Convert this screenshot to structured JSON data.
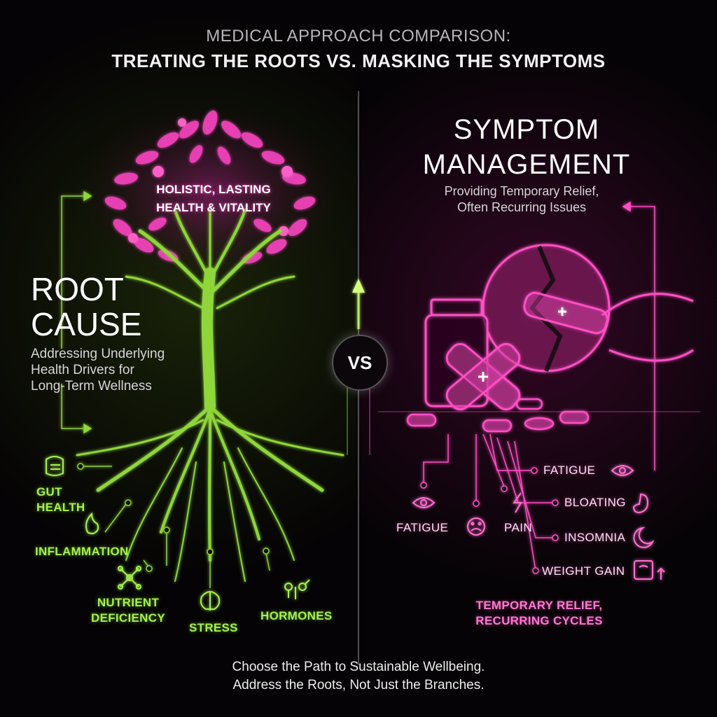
{
  "header": {
    "line1": "MEDICAL APPROACH COMPARISON:",
    "line2": "TREATING THE ROOTS VS. MASKING THE SYMPTOMS"
  },
  "left": {
    "tree_caption_line1": "HOLISTIC, LASTING",
    "tree_caption_line2": "HEALTH & VITALITY",
    "title_line1": "ROOT",
    "title_line2": "CAUSE",
    "subtitle_line1": "Addressing Underlying",
    "subtitle_line2": "Health Drivers for",
    "subtitle_line3": "Long-Term Wellness",
    "factors": {
      "gut_line1": "GUT",
      "gut_line2": "HEALTH",
      "inflammation": "INFLAMMATION",
      "nutrient_line1": "NUTRIENT",
      "nutrient_line2": "DEFICIENCY",
      "stress": "STRESS",
      "hormones": "HORMONES"
    }
  },
  "center": {
    "vs_label": "VS"
  },
  "right": {
    "title_line1": "SYMPTOM",
    "title_line2": "MANAGEMENT",
    "subtitle_line1": "Providing Temporary Relief,",
    "subtitle_line2": "Often Recurring Issues",
    "symptoms": {
      "fatigue_left": "FATIGUE",
      "pain": "PAIN",
      "fatigue_right": "FATIGUE",
      "bloating": "BLOATING",
      "insomnia": "INSOMNIA",
      "weight_gain": "WEIGHT GAIN"
    },
    "caption_line1": "TEMPORARY RELIEF,",
    "caption_line2": "RECURRING CYCLES"
  },
  "footer": {
    "line1": "Choose the Path to Sustainable Wellbeing.",
    "line2": "Address the Roots, Not Just the Branches."
  },
  "colors": {
    "green": "#9cf046",
    "pink": "#ff4fc4",
    "background": "#050305"
  }
}
